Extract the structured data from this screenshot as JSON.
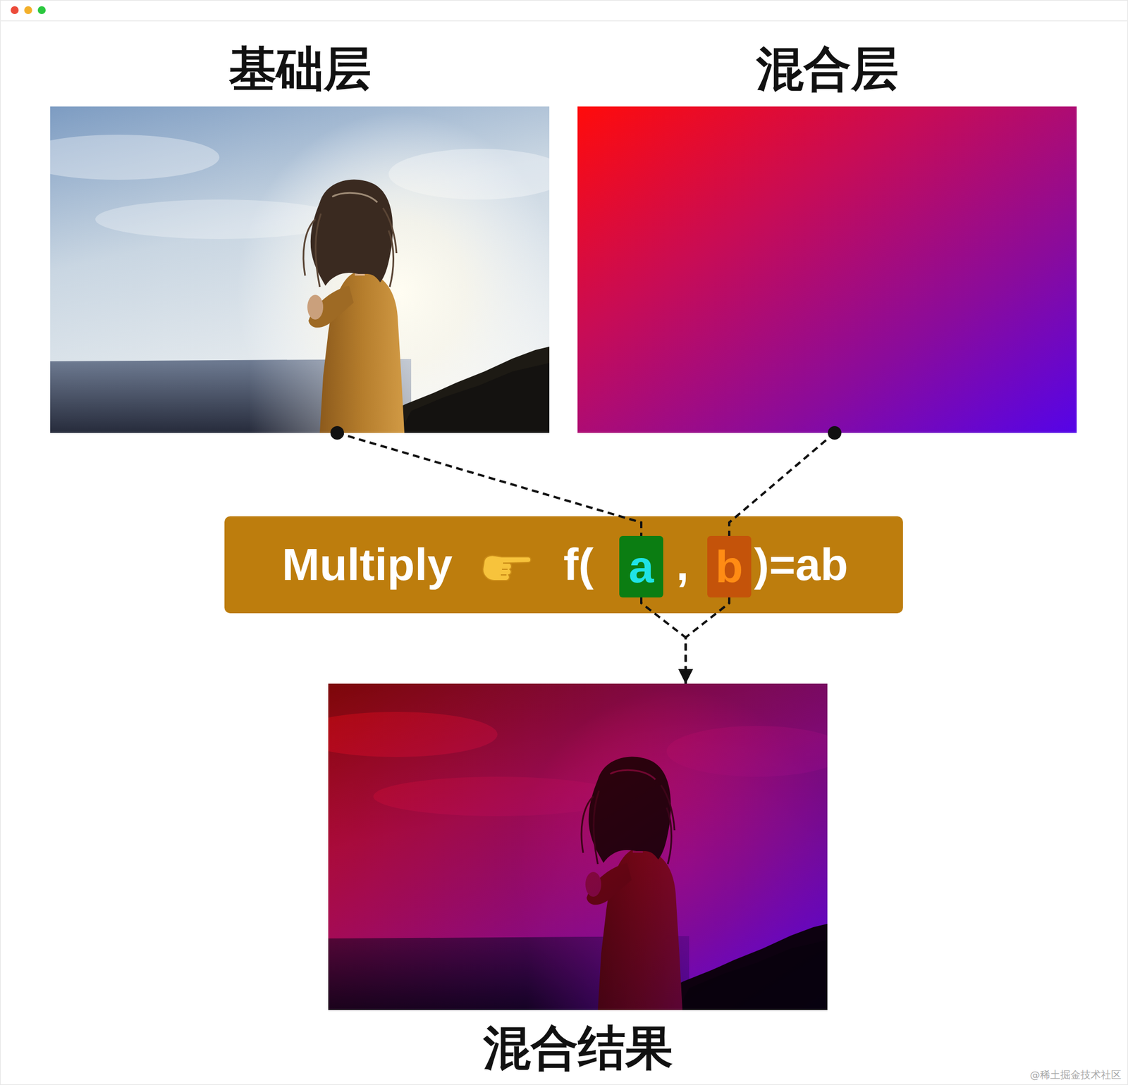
{
  "diagram": {
    "nodes": [
      {
        "text": [
          "基础层"
        ]
      },
      {
        "text": [
          "混合层"
        ]
      },
      {
        "text": [
          "Multiply",
          "f(",
          ",",
          ")=ab"
        ]
      },
      {
        "text": [
          "a"
        ],
        "in": 2
      },
      {
        "text": [
          "b"
        ],
        "in": 2
      },
      {
        "text": [
          "混合结果"
        ]
      }
    ],
    "edges": [
      {
        "from": 0,
        "to": 3,
        "arrow": "none"
      },
      {
        "from": 1,
        "to": 4,
        "arrow": "none"
      },
      {
        "from": 3,
        "to": 5,
        "arrow": "to"
      },
      {
        "from": 4,
        "to": 5,
        "arrow": "to"
      }
    ],
    "labels": [
      "@稀土掘金技术社区"
    ]
  }
}
